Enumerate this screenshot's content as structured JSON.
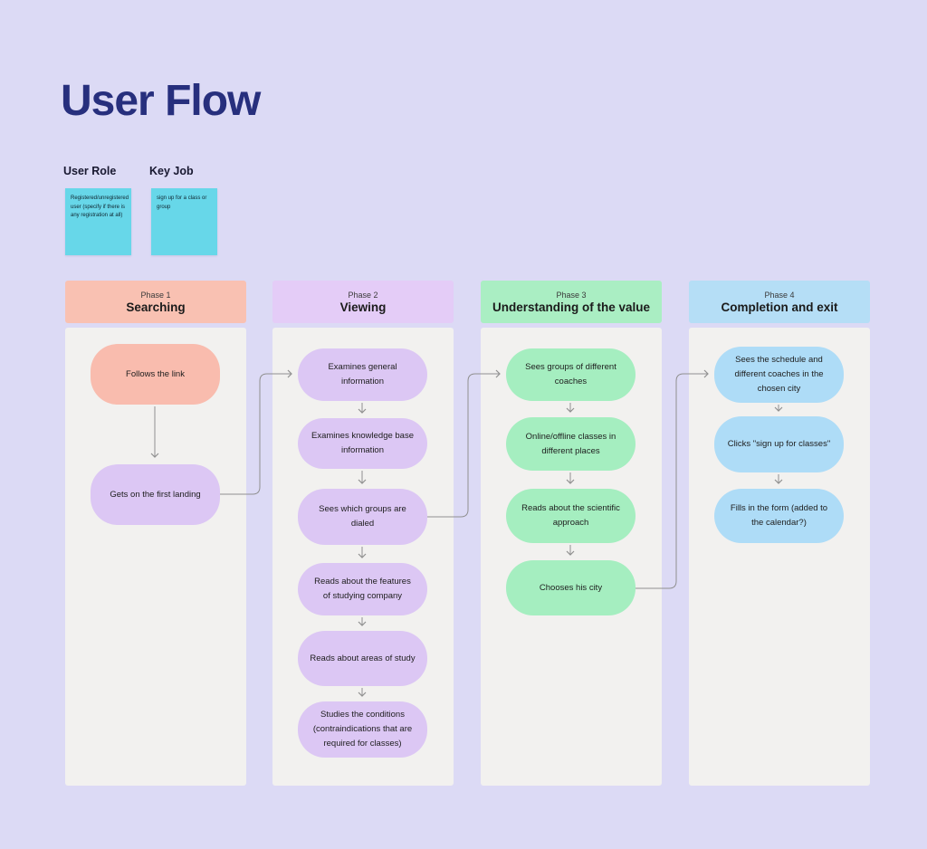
{
  "title": "User Flow",
  "notes": [
    {
      "label": "User Role",
      "text": "Registered/unregistered user (specify if there is any registration at all)"
    },
    {
      "label": "Key Job",
      "text": "sign up for a class or group"
    }
  ],
  "phases": [
    {
      "label": "Phase 1",
      "title": "Searching",
      "steps": [
        "Follows the link",
        "Gets on the first landing"
      ]
    },
    {
      "label": "Phase 2",
      "title": "Viewing",
      "steps": [
        "Examines general information",
        "Examines knowledge base information",
        "Sees which groups are dialed",
        "Reads about the features of studying company",
        "Reads about areas of study",
        "Studies the conditions (contraindications that are required for classes)"
      ]
    },
    {
      "label": "Phase 3",
      "title": "Understanding of the value",
      "steps": [
        "Sees groups of different coaches",
        "Online/offline classes in different places",
        "Reads about the scientific approach",
        "Chooses his city"
      ]
    },
    {
      "label": "Phase 4",
      "title": "Completion and exit",
      "steps": [
        "Sees the schedule and different coaches in the chosen city",
        "Clicks \"sign up for classes\"",
        "Fills in the form (added to the calendar?)"
      ]
    }
  ],
  "colors": {
    "background": "#dcdaf5",
    "column_body": "#f2f1ef",
    "title_text": "#272f7d",
    "sticky_note": "#67d7e9",
    "phase1_header": "#f9c1b2",
    "phase2_header": "#e4ccf7",
    "phase3_header": "#aaeec3",
    "phase4_header": "#b5def6",
    "salmon_box": "#f9bcae",
    "purple_box": "#dcc7f4",
    "green_box": "#a5eec0",
    "blue_box": "#aedcf7",
    "connector": "#909090"
  }
}
